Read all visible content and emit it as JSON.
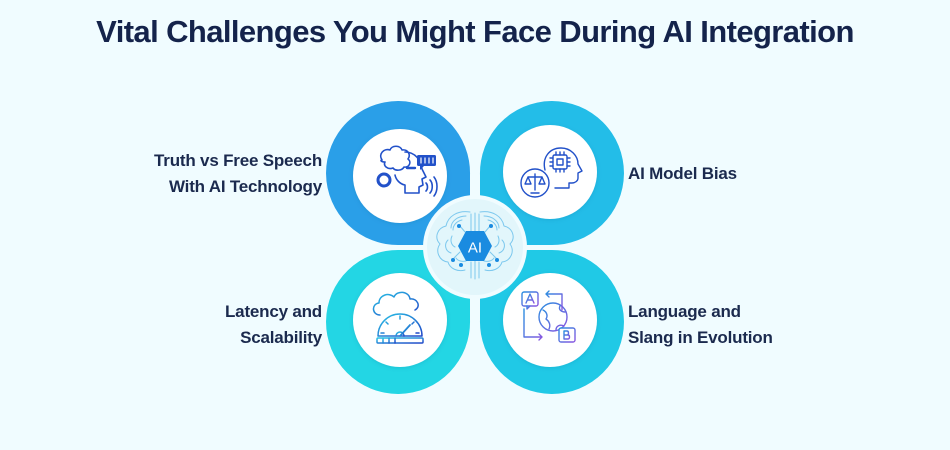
{
  "title": "Vital Challenges You Might Face During AI Integration",
  "center": {
    "badge": "AI",
    "icon": "ai-brain-circuit-icon"
  },
  "colors": {
    "background": "#f0fcff",
    "title": "#14234b",
    "petal_top_left": "#2a9fe8",
    "petal_top_right": "#23bde8",
    "petal_bottom_left": "#23d6e4",
    "petal_bottom_right": "#20c9e6",
    "center_circle": "#e4f7fc",
    "icon_stroke": "#2251c9"
  },
  "challenges": [
    {
      "position": "top-left",
      "line1": "Truth vs Free Speech",
      "line2": "With AI Technology",
      "icon": "ai-head-speech-icon"
    },
    {
      "position": "top-right",
      "line1": "AI Model Bias",
      "line2": "",
      "icon": "head-chip-scales-icon"
    },
    {
      "position": "bottom-left",
      "line1": "Latency and",
      "line2": "Scalability",
      "icon": "cloud-speedometer-icon"
    },
    {
      "position": "bottom-right",
      "line1": "Language and",
      "line2": "Slang in Evolution",
      "icon": "globe-translation-icon"
    }
  ]
}
